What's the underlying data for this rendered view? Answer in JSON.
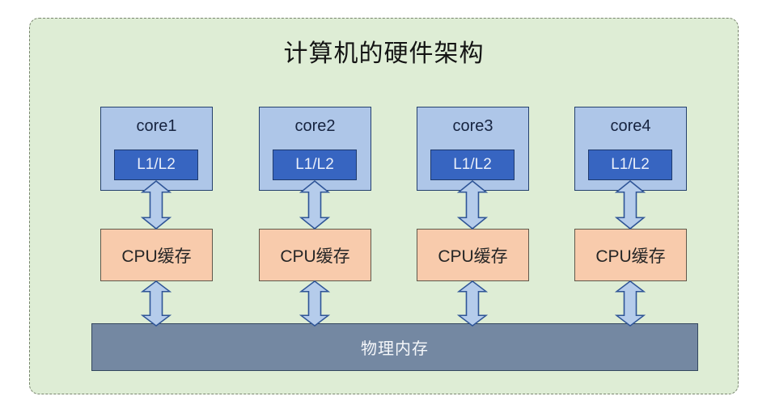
{
  "diagram": {
    "title": "计算机的硬件架构",
    "cores": [
      {
        "label": "core1",
        "l1l2": "L1/L2"
      },
      {
        "label": "core2",
        "l1l2": "L1/L2"
      },
      {
        "label": "core3",
        "l1l2": "L1/L2"
      },
      {
        "label": "core4",
        "l1l2": "L1/L2"
      }
    ],
    "caches": [
      {
        "label": "CPU缓存"
      },
      {
        "label": "CPU缓存"
      },
      {
        "label": "CPU缓存"
      },
      {
        "label": "CPU缓存"
      }
    ],
    "memory": {
      "label": "物理内存"
    },
    "icons": {
      "arrow": "double-vertical-arrow"
    },
    "colors": {
      "canvas_bg": "#FFFFFF",
      "container_bg": "#DEEDD5",
      "container_border": "#79856F",
      "core_fill": "#AEC6E8",
      "core_border": "#24406E",
      "l1l2_fill": "#3765C1",
      "l1l2_text": "#E9EFFA",
      "cache_fill": "#F8CBAC",
      "cache_border": "#60584B",
      "memory_fill": "#7488A2",
      "memory_border": "#34485F",
      "memory_text": "#F5F7FA",
      "arrow_fill": "#B5CCEB",
      "arrow_stroke": "#2F5597",
      "title_text": "#141414",
      "core_text": "#16233F",
      "cache_text": "#262626"
    }
  }
}
